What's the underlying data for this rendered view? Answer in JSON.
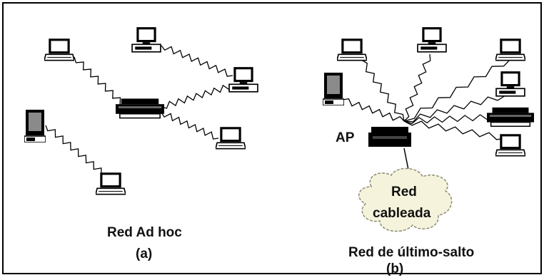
{
  "diagram": {
    "panel_a": {
      "caption": "Red Ad hoc",
      "letter": "(a)"
    },
    "panel_b": {
      "caption": "Red de último-salto",
      "letter": "(b)",
      "ap_label": "AP",
      "cloud_line1": "Red",
      "cloud_line2": "cableada"
    }
  },
  "colors": {
    "frame": "#000000",
    "background": "#ffffff",
    "cloud_fill": "#f6f3dc",
    "device": "#000000"
  },
  "icons": [
    "laptop-icon",
    "desktop-icon",
    "pda-icon",
    "printer-icon",
    "access-point-icon",
    "wireless-link-icon",
    "cloud-icon"
  ]
}
